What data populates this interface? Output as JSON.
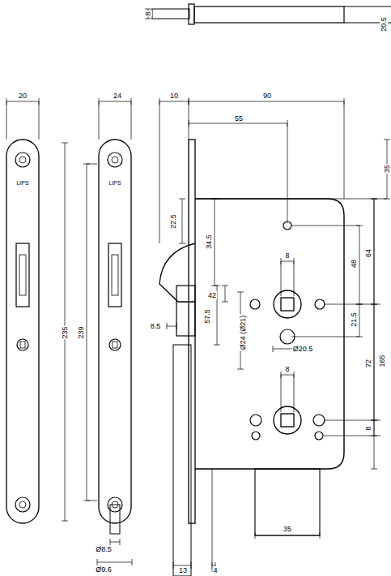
{
  "diagram": {
    "labels": [
      "8",
      "20.5",
      "20",
      "24",
      "10",
      "90",
      "55",
      "35",
      "LIPS",
      "LIPS",
      "235",
      "239",
      "22.5",
      "34.5",
      "8",
      "48",
      "64",
      "165",
      "42",
      "57.5",
      "21.5",
      "Ø20.5",
      "8.5",
      "Ø24 (Ø21)",
      "8",
      "72",
      "8",
      "35",
      "Ø8.5",
      "Ø9.6",
      "13",
      "4"
    ]
  }
}
